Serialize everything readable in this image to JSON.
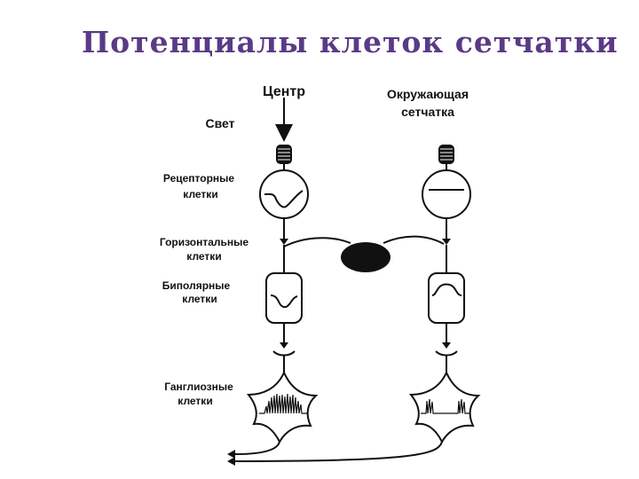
{
  "title": "Потенциалы клеток сетчатки",
  "columns": {
    "center": "Центр",
    "surround_line1": "Окружающая",
    "surround_line2": "сетчатка"
  },
  "labels": {
    "light": "Свет",
    "receptor_line1": "Рецепторные",
    "receptor_line2": "клетки",
    "horizontal_line1": "Горизонтальные",
    "horizontal_line2": "клетки",
    "bipolar_line1": "Биполярные",
    "bipolar_line2": "клетки",
    "ganglion_line1": "Ганглиозные",
    "ganglion_line2": "клетки"
  }
}
